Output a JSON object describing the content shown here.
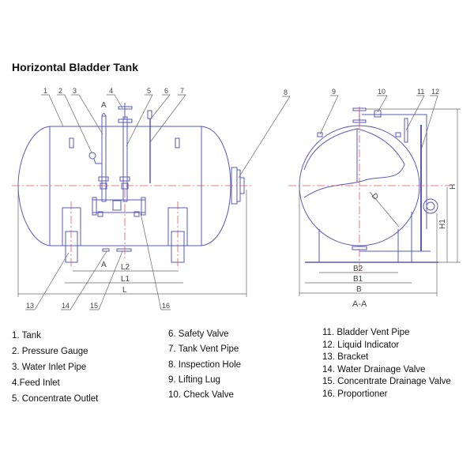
{
  "title": "Horizontal Bladder Tank",
  "drawing": {
    "callouts_front": [
      "1",
      "2",
      "3",
      "4",
      "5",
      "6",
      "7",
      "8",
      "13",
      "14",
      "15",
      "16"
    ],
    "callouts_side": [
      "9",
      "10",
      "11",
      "12"
    ],
    "section_mark": "A",
    "dims_front": {
      "l2": "L2",
      "l1": "L1",
      "l": "L"
    },
    "dims_side": {
      "b2": "B2",
      "b1": "B1",
      "b": "B",
      "h": "H",
      "h1": "H1",
      "d": "D"
    },
    "section_label": "A-A",
    "colors": {
      "outline": "#5a5ab8",
      "centerline": "#e05a5a",
      "leader": "#666666"
    }
  },
  "legend": {
    "col1": [
      "1. Tank",
      "2. Pressure Gauge",
      "3. Water Inlet Pipe",
      "4.Feed Inlet",
      "5. Concentrate Outlet"
    ],
    "col2": [
      "6. Safety Valve",
      "7. Tank Vent Pipe",
      "8. Inspection Hole",
      "9. Lifting Lug",
      "10. Check Valve"
    ],
    "col3": [
      "11. Bladder Vent Pipe",
      "12. Liquid Indicator",
      "13. Bracket",
      "14. Water Drainage Valve",
      "15. Concentrate Drainage Valve",
      "16. Proportioner"
    ]
  }
}
